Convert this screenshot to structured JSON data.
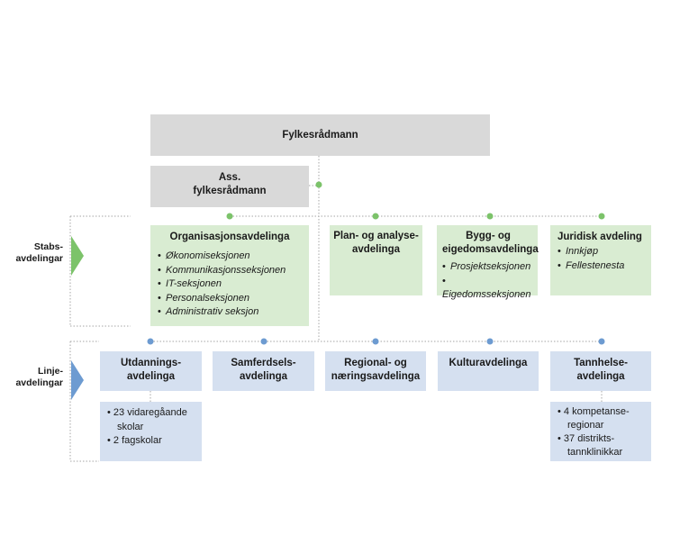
{
  "top": {
    "title": "Fylkesrådmann"
  },
  "assistant": {
    "title_line1": "Ass.",
    "title_line2": "fylkesrådmann"
  },
  "staff_label": {
    "line1": "Stabs-",
    "line2": "avdelingar"
  },
  "line_label": {
    "line1": "Linje-",
    "line2": "avdelingar"
  },
  "staff_departments": [
    {
      "title_line1": "Organisasjonsavdelinga",
      "title_line2": "",
      "items": [
        "Økonomiseksjonen",
        "Kommunikasjonsseksjonen",
        "IT-seksjonen",
        "Personalseksjonen",
        "Administrativ seksjon"
      ]
    },
    {
      "title_line1": "Plan- og analyse-",
      "title_line2": "avdelinga",
      "items": []
    },
    {
      "title_line1": "Bygg- og",
      "title_line2": "eigedomsavdelinga",
      "items": [
        "Prosjektseksjonen",
        "Eigedomsseksjonen"
      ]
    },
    {
      "title_line1": "Juridisk avdeling",
      "title_line2": "",
      "items": [
        "Innkjøp",
        "Fellestenesta"
      ]
    }
  ],
  "line_departments": [
    {
      "title_line1": "Utdannings-",
      "title_line2": "avdelinga",
      "details": [
        "23 vidaregåande",
        "skolar",
        "2 fagskolar"
      ]
    },
    {
      "title_line1": "Samferdsels-",
      "title_line2": "avdelinga"
    },
    {
      "title_line1": "Regional- og",
      "title_line2": "næringsavdelinga"
    },
    {
      "title_line1": "Kulturavdelinga",
      "title_line2": ""
    },
    {
      "title_line1": "Tannhelse-",
      "title_line2": "avdelinga",
      "details": [
        "4 kompetanse-",
        "regionar",
        "37 distrikts-",
        "tannklinikkar"
      ]
    }
  ],
  "colors": {
    "staff": "#d9ecd2",
    "staff_accent": "#7cc36a",
    "line": "#d5e0f0",
    "line_accent": "#6d9bd1",
    "top": "#d9d9d9"
  }
}
